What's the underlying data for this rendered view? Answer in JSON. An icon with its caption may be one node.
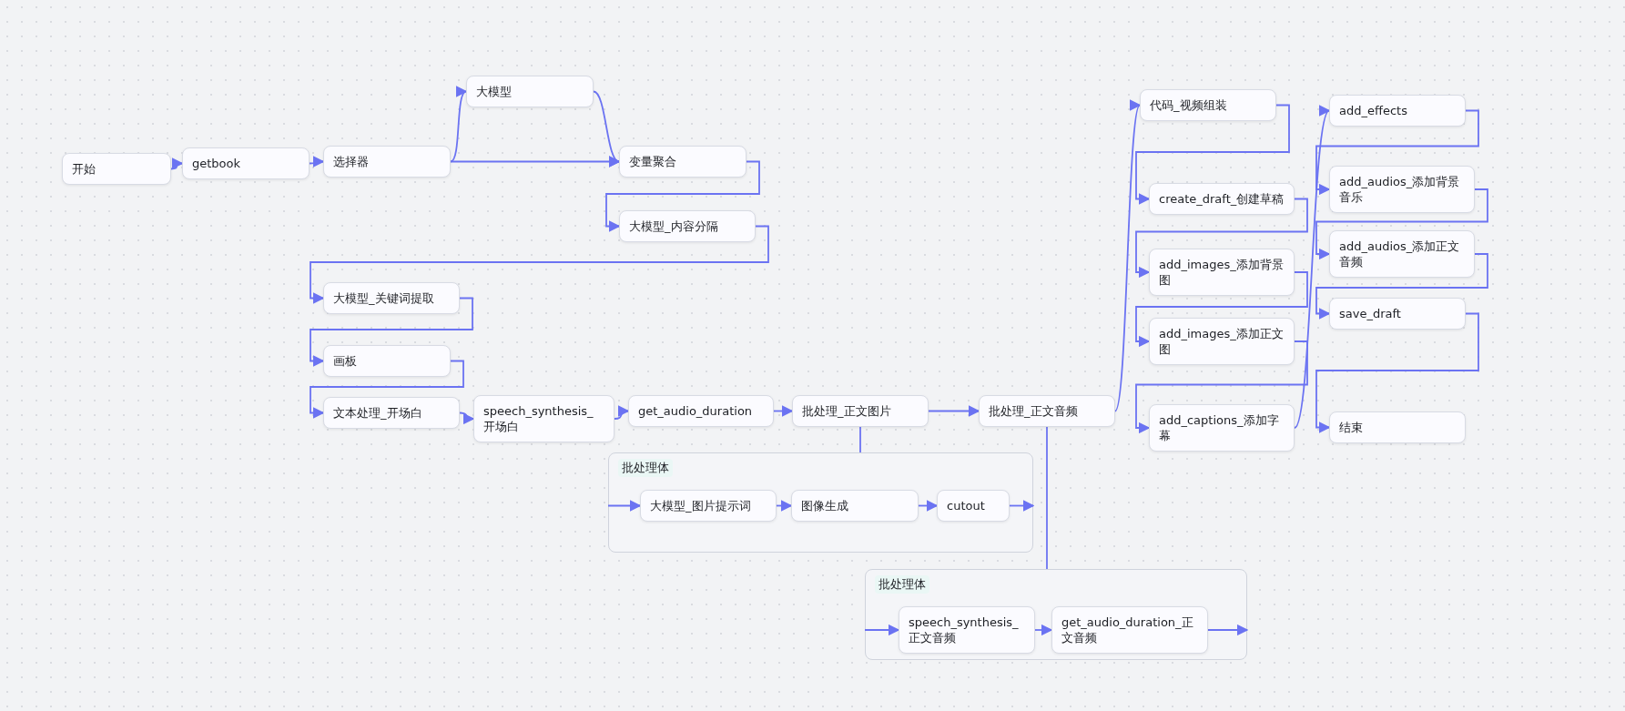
{
  "diagram": {
    "nodes": [
      {
        "text": [
          "开始"
        ]
      },
      {
        "text": [
          "getbook"
        ]
      },
      {
        "text": [
          "选择器"
        ]
      },
      {
        "text": [
          "大模型"
        ]
      },
      {
        "text": [
          "变量聚合"
        ]
      },
      {
        "text": [
          "大模型_内容分隔"
        ]
      },
      {
        "text": [
          "大模型_关键词提取"
        ]
      },
      {
        "text": [
          "画板"
        ]
      },
      {
        "text": [
          "文本处理_开场白"
        ]
      },
      {
        "text": [
          "speech_synthesis_开场白"
        ]
      },
      {
        "text": [
          "get_audio_duration"
        ]
      },
      {
        "text": [
          "批处理_正文图片"
        ]
      },
      {
        "text": [
          "批处理体"
        ]
      },
      {
        "text": [
          "大模型_图片提示词"
        ],
        "in": 12
      },
      {
        "text": [
          "图像生成"
        ],
        "in": 12
      },
      {
        "text": [
          "cutout"
        ],
        "in": 12
      },
      {
        "text": [
          "批处理_正文音频"
        ]
      },
      {
        "text": [
          "批处理体"
        ]
      },
      {
        "text": [
          "speech_synthesis_正文音频"
        ],
        "in": 17
      },
      {
        "text": [
          "get_audio_duration_正文音频"
        ],
        "in": 17
      },
      {
        "text": [
          "代码_视频组装"
        ]
      },
      {
        "text": [
          "create_draft_创建草稿"
        ]
      },
      {
        "text": [
          "add_images_添加背景图"
        ]
      },
      {
        "text": [
          "add_images_添加正文图"
        ]
      },
      {
        "text": [
          "add_captions_添加字幕"
        ]
      },
      {
        "text": [
          "add_effects"
        ]
      },
      {
        "text": [
          "add_audios_添加背景音乐"
        ]
      },
      {
        "text": [
          "add_audios_添加正文音频"
        ]
      },
      {
        "text": [
          "save_draft"
        ]
      },
      {
        "text": [
          "结束"
        ]
      }
    ],
    "edges": [
      {
        "from": 0,
        "to": 1,
        "arrow": "to"
      },
      {
        "from": 1,
        "to": 2,
        "arrow": "to"
      },
      {
        "from": 2,
        "to": 3,
        "arrow": "to"
      },
      {
        "from": 2,
        "to": 4,
        "arrow": "to"
      },
      {
        "from": 3,
        "to": 4,
        "arrow": "to"
      },
      {
        "from": 4,
        "to": 5,
        "arrow": "to"
      },
      {
        "from": 5,
        "to": 6,
        "arrow": "to"
      },
      {
        "from": 6,
        "to": 7,
        "arrow": "to"
      },
      {
        "from": 7,
        "to": 8,
        "arrow": "to"
      },
      {
        "from": 8,
        "to": 9,
        "arrow": "to"
      },
      {
        "from": 9,
        "to": 10,
        "arrow": "to"
      },
      {
        "from": 10,
        "to": 11,
        "arrow": "to"
      },
      {
        "from": 11,
        "to": 12,
        "arrow": "none"
      },
      {
        "from": 12,
        "to": 13,
        "arrow": "to"
      },
      {
        "from": 13,
        "to": 14,
        "arrow": "to"
      },
      {
        "from": 14,
        "to": 15,
        "arrow": "to"
      },
      {
        "from": 15,
        "to": 12,
        "arrow": "to"
      },
      {
        "from": 11,
        "to": 16,
        "arrow": "to"
      },
      {
        "from": 16,
        "to": 17,
        "arrow": "none"
      },
      {
        "from": 17,
        "to": 18,
        "arrow": "to"
      },
      {
        "from": 18,
        "to": 19,
        "arrow": "to"
      },
      {
        "from": 19,
        "to": 17,
        "arrow": "to"
      },
      {
        "from": 16,
        "to": 20,
        "arrow": "to"
      },
      {
        "from": 20,
        "to": 21,
        "arrow": "to"
      },
      {
        "from": 21,
        "to": 22,
        "arrow": "to"
      },
      {
        "from": 22,
        "to": 23,
        "arrow": "to"
      },
      {
        "from": 23,
        "to": 24,
        "arrow": "to"
      },
      {
        "from": 24,
        "to": 25,
        "arrow": "to"
      },
      {
        "from": 25,
        "to": 26,
        "arrow": "to"
      },
      {
        "from": 26,
        "to": 27,
        "arrow": "to"
      },
      {
        "from": 27,
        "to": 28,
        "arrow": "to"
      },
      {
        "from": 28,
        "to": 29,
        "arrow": "to"
      }
    ]
  }
}
